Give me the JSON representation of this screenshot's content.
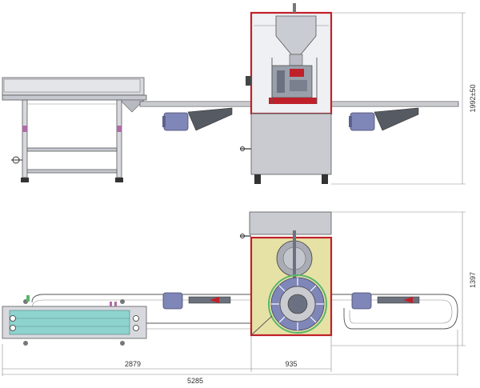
{
  "dimensions": {
    "front_height": "1992±50",
    "top_depth": "1397",
    "conveyor_length": "2879",
    "machine_width": "935",
    "total_length": "5285"
  },
  "colors": {
    "frame_red": "#c0202a",
    "motor_blue": "#7f86b8",
    "table_teal": "#8fd3cf",
    "panel_yellow": "#e6e2a6",
    "body_gray": "#c9cbd0",
    "accent_pink": "#b06aa8"
  },
  "views": [
    "front-elevation",
    "top-plan"
  ]
}
